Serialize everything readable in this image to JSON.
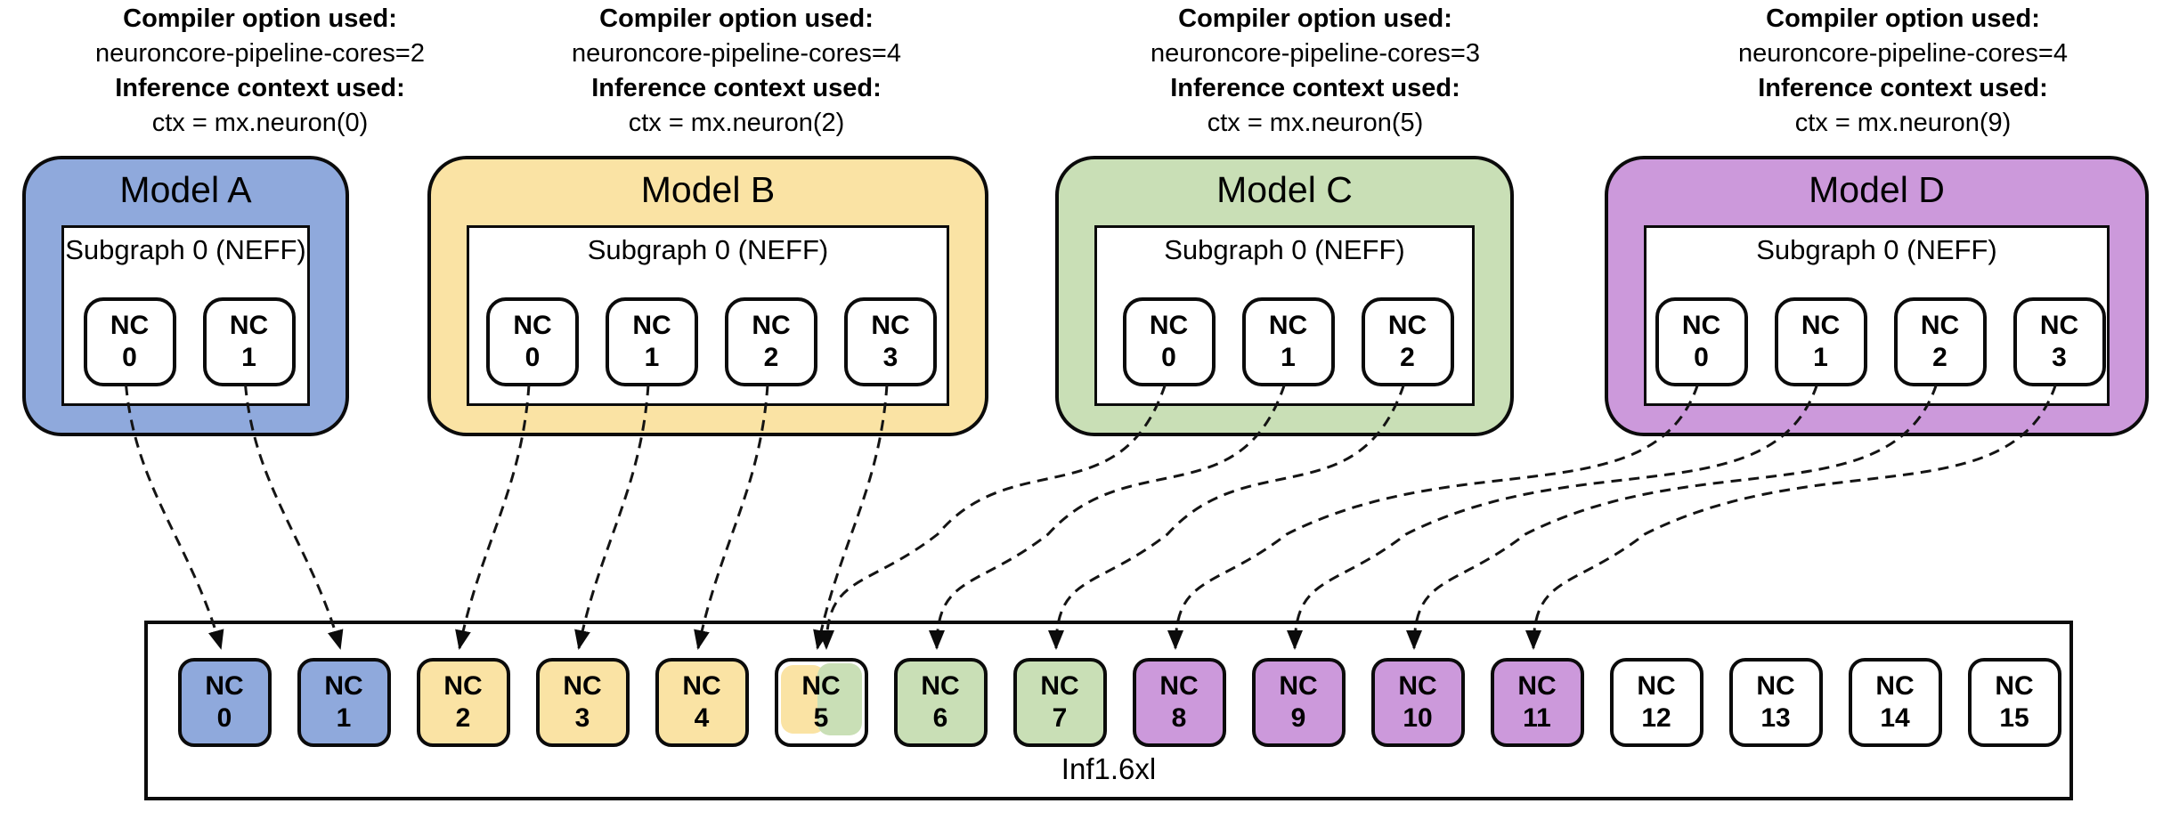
{
  "palette": {
    "blue": "#8FA9DC",
    "yellow": "#FAE3A4",
    "green": "#C9DFB6",
    "purple": "#CC99DB",
    "white": "#FFFFFF"
  },
  "models": [
    {
      "title": "Model A",
      "color_key": "blue",
      "header": {
        "compiler_label": "Compiler option used:",
        "compiler_value": "neuroncore-pipeline-cores=2",
        "context_label": "Inference context used:",
        "context_value": "ctx = mx.neuron(0)"
      },
      "subgraph_label": "Subgraph 0 (NEFF)",
      "cores": [
        {
          "label": "NC",
          "num": "0"
        },
        {
          "label": "NC",
          "num": "1"
        }
      ]
    },
    {
      "title": "Model B",
      "color_key": "yellow",
      "header": {
        "compiler_label": "Compiler option used:",
        "compiler_value": "neuroncore-pipeline-cores=4",
        "context_label": "Inference context used:",
        "context_value": "ctx = mx.neuron(2)"
      },
      "subgraph_label": "Subgraph 0 (NEFF)",
      "cores": [
        {
          "label": "NC",
          "num": "0"
        },
        {
          "label": "NC",
          "num": "1"
        },
        {
          "label": "NC",
          "num": "2"
        },
        {
          "label": "NC",
          "num": "3"
        }
      ]
    },
    {
      "title": "Model C",
      "color_key": "green",
      "header": {
        "compiler_label": "Compiler option used:",
        "compiler_value": "neuroncore-pipeline-cores=3",
        "context_label": "Inference context used:",
        "context_value": "ctx = mx.neuron(5)"
      },
      "subgraph_label": "Subgraph 0 (NEFF)",
      "cores": [
        {
          "label": "NC",
          "num": "0"
        },
        {
          "label": "NC",
          "num": "1"
        },
        {
          "label": "NC",
          "num": "2"
        }
      ]
    },
    {
      "title": "Model D",
      "color_key": "purple",
      "header": {
        "compiler_label": "Compiler option used:",
        "compiler_value": "neuroncore-pipeline-cores=4",
        "context_label": "Inference context used:",
        "context_value": "ctx = mx.neuron(9)"
      },
      "subgraph_label": "Subgraph 0 (NEFF)",
      "cores": [
        {
          "label": "NC",
          "num": "0"
        },
        {
          "label": "NC",
          "num": "1"
        },
        {
          "label": "NC",
          "num": "2"
        },
        {
          "label": "NC",
          "num": "3"
        }
      ]
    }
  ],
  "instance": {
    "label": "Inf1.6xl",
    "cores": [
      {
        "label": "NC",
        "num": "0",
        "color_key": "blue"
      },
      {
        "label": "NC",
        "num": "1",
        "color_key": "blue"
      },
      {
        "label": "NC",
        "num": "2",
        "color_key": "yellow"
      },
      {
        "label": "NC",
        "num": "3",
        "color_key": "yellow"
      },
      {
        "label": "NC",
        "num": "4",
        "color_key": "yellow"
      },
      {
        "label": "NC",
        "num": "5",
        "color_key": "white",
        "split": [
          "yellow",
          "green"
        ]
      },
      {
        "label": "NC",
        "num": "6",
        "color_key": "green"
      },
      {
        "label": "NC",
        "num": "7",
        "color_key": "green"
      },
      {
        "label": "NC",
        "num": "8",
        "color_key": "purple"
      },
      {
        "label": "NC",
        "num": "9",
        "color_key": "purple"
      },
      {
        "label": "NC",
        "num": "10",
        "color_key": "purple"
      },
      {
        "label": "NC",
        "num": "11",
        "color_key": "purple"
      },
      {
        "label": "NC",
        "num": "12",
        "color_key": "white"
      },
      {
        "label": "NC",
        "num": "13",
        "color_key": "white"
      },
      {
        "label": "NC",
        "num": "14",
        "color_key": "white"
      },
      {
        "label": "NC",
        "num": "15",
        "color_key": "white"
      }
    ]
  },
  "arrows": [
    {
      "model": 0,
      "core": 0,
      "target": 0
    },
    {
      "model": 0,
      "core": 1,
      "target": 1
    },
    {
      "model": 1,
      "core": 0,
      "target": 2
    },
    {
      "model": 1,
      "core": 1,
      "target": 3
    },
    {
      "model": 1,
      "core": 2,
      "target": 4
    },
    {
      "model": 1,
      "core": 3,
      "target": 5
    },
    {
      "model": 2,
      "core": 0,
      "target": 5
    },
    {
      "model": 2,
      "core": 1,
      "target": 6
    },
    {
      "model": 2,
      "core": 2,
      "target": 7
    },
    {
      "model": 3,
      "core": 0,
      "target": 8
    },
    {
      "model": 3,
      "core": 1,
      "target": 9
    },
    {
      "model": 3,
      "core": 2,
      "target": 10
    },
    {
      "model": 3,
      "core": 3,
      "target": 11
    }
  ]
}
